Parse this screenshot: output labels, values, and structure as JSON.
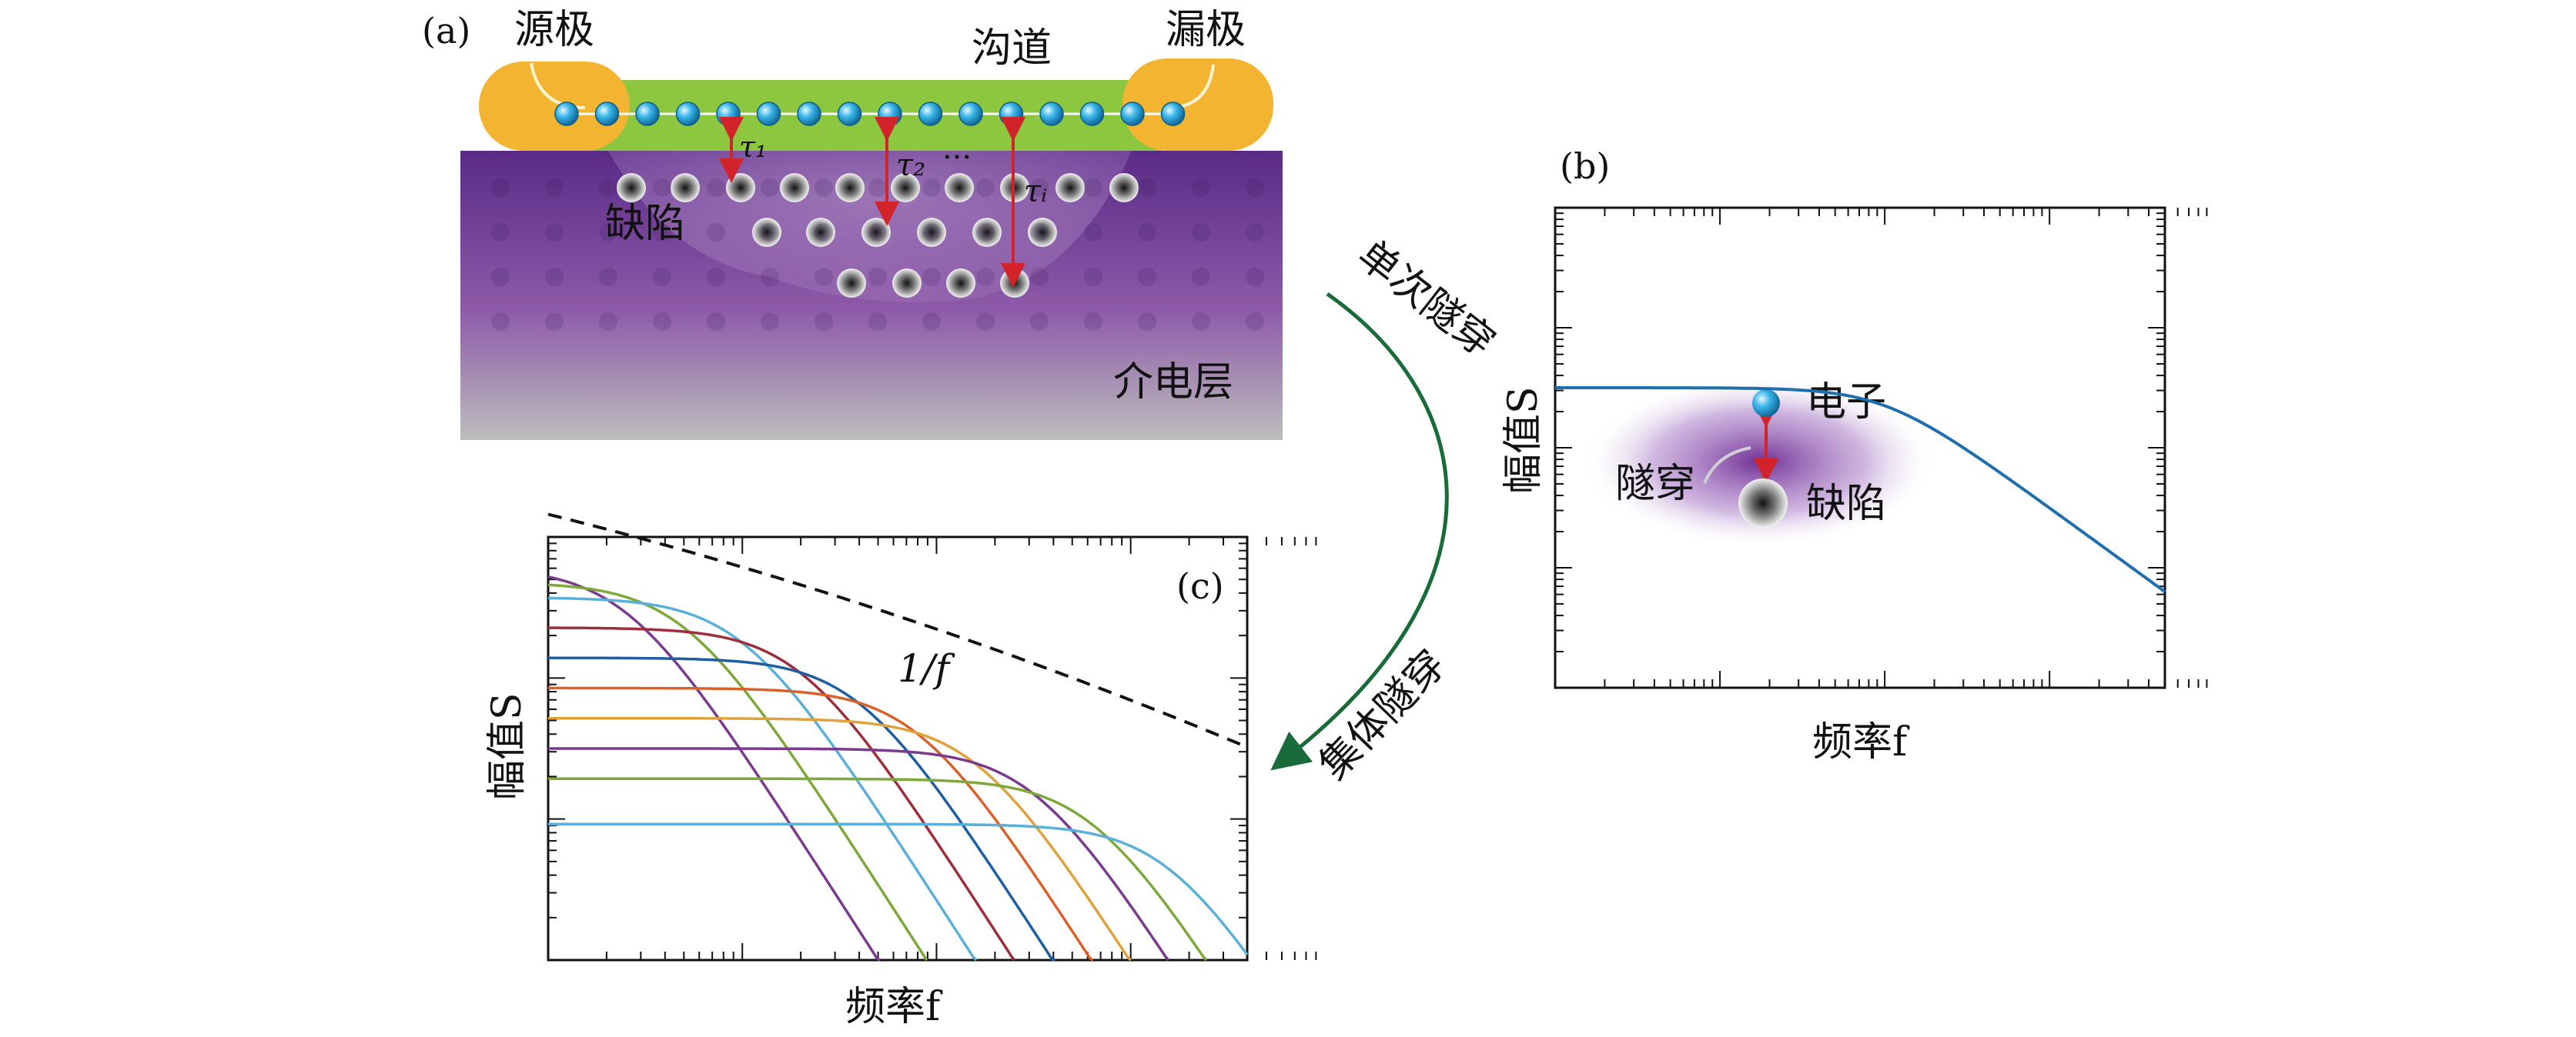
{
  "panel_a": {
    "label": "(a)",
    "source_label": "源极",
    "drain_label": "漏极",
    "channel_label": "沟道",
    "defect_label": "缺陷",
    "dielectric_label": "介电层",
    "tau_1": "τ₁",
    "tau_2": "τ₂",
    "ellipsis": "···",
    "tau_i": "τᵢ",
    "colors": {
      "electrode": "#f3b431",
      "channel": "#8dc63f",
      "electron": "#29a8e0",
      "dielectric_top": "#5a2a87",
      "dielectric_bottom": "#b8b8b8",
      "arrow": "#d2232a"
    }
  },
  "arrows": {
    "single_tunneling": "单次隧穿",
    "collective_tunneling": "集体隧穿",
    "color": "#1a6b3a"
  },
  "panel_b": {
    "label": "(b)",
    "ylabel": "幅值S",
    "xlabel": "频率f",
    "electron_label": "电子",
    "tunneling_label": "隧穿",
    "defect_label": "缺陷",
    "line_color": "#1f6fae",
    "electron_label_color": "#1f8fd6",
    "tunneling_label_color": "#8a8a8a"
  },
  "panel_c": {
    "label": "(c)",
    "ylabel": "幅值S",
    "xlabel": "频率f",
    "envelope_label": "1/f",
    "curve_colors": [
      "#7a3b8f",
      "#7ea93a",
      "#5ab0d8",
      "#9c2f3b",
      "#1f5fa0",
      "#d9622b",
      "#e0a23c",
      "#7a3b8f",
      "#7ea93a",
      "#5ab0d8"
    ]
  },
  "chart_data": [
    {
      "panel": "b",
      "type": "line",
      "xlabel": "频率f",
      "ylabel": "幅值S",
      "xscale": "log",
      "yscale": "log",
      "grid": false,
      "series": [
        {
          "x": [
            0,
            1.5,
            1.8,
            2.0,
            2.2,
            3.0,
            3.7
          ],
          "y": [
            2.0,
            2.0,
            1.98,
            1.9,
            1.74,
            0.66,
            -0.5
          ]
        }
      ]
    },
    {
      "panel": "c",
      "type": "line",
      "xlabel": "频率f",
      "ylabel": "幅值S",
      "xscale": "log",
      "yscale": "log",
      "grid": false,
      "series": [
        {
          "plateau": 2.6,
          "corner": 0.4
        },
        {
          "plateau": 2.5,
          "corner": 0.7
        },
        {
          "plateau": 2.4,
          "corner": 1.0
        },
        {
          "plateau": 2.2,
          "corner": 1.3
        },
        {
          "plateau": 2.0,
          "corner": 1.6
        },
        {
          "plateau": 1.8,
          "corner": 1.9
        },
        {
          "plateau": 1.6,
          "corner": 2.2
        },
        {
          "plateau": 1.4,
          "corner": 2.5
        },
        {
          "plateau": 1.2,
          "corner": 2.8
        },
        {
          "plateau": 0.9,
          "corner": 3.2
        }
      ],
      "envelope": {
        "label": "1/f",
        "style": "dashed"
      }
    }
  ]
}
